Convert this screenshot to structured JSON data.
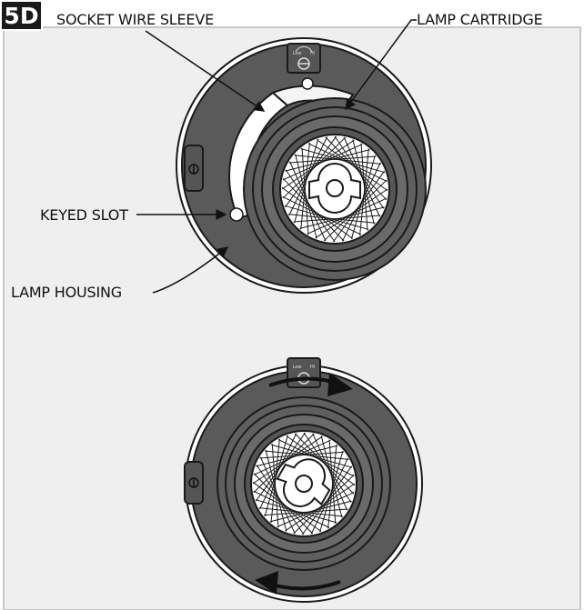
{
  "figure": {
    "step": "5D",
    "colors": {
      "panel_bg": "#efefef",
      "ring_dark": "#555555",
      "ring_mid": "#6b6b6b",
      "face_white": "#ffffff",
      "outline": "#1a1a1a",
      "sleeve_light": "#f5f5f5"
    },
    "callouts": {
      "socket_wire_sleeve": "SOCKET WIRE SLEEVE",
      "lamp_cartridge": "LAMP CARTRIDGE",
      "keyed_slot": "KEYED SLOT",
      "lamp_housing": "LAMP HOUSING"
    },
    "dial_text": {
      "low": "Low",
      "hi": "Hi"
    },
    "rotation_arrows": "clockwise"
  }
}
